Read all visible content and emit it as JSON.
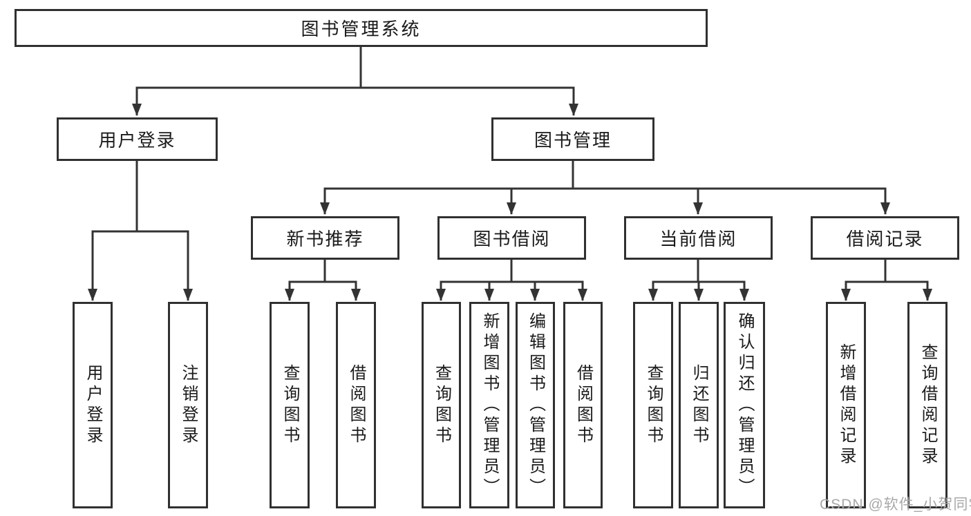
{
  "tree": {
    "label": "图书管理系统",
    "children": [
      {
        "label": "用户登录",
        "children": [
          {
            "label": "用户登录"
          },
          {
            "label": "注销登录"
          }
        ]
      },
      {
        "label": "图书管理",
        "children": [
          {
            "label": "新书推荐",
            "children": [
              {
                "label": "查询图书"
              },
              {
                "label": "借阅图书"
              }
            ]
          },
          {
            "label": "图书借阅",
            "children": [
              {
                "label": "查询图书"
              },
              {
                "label": "新增图书（管理员）"
              },
              {
                "label": "编辑图书（管理员）"
              },
              {
                "label": "借阅图书"
              }
            ]
          },
          {
            "label": "当前借阅",
            "children": [
              {
                "label": "查询图书"
              },
              {
                "label": "归还图书"
              },
              {
                "label": "确认归还（管理员）"
              }
            ]
          },
          {
            "label": "借阅记录",
            "children": [
              {
                "label": "新增借阅记录"
              },
              {
                "label": "查询借阅记录"
              }
            ]
          }
        ]
      }
    ]
  },
  "watermark": {
    "text": "CSDN @软件_小贺同学"
  },
  "colors": {
    "line": "#333333",
    "box_border": "#303030",
    "text": "#1a1a1a",
    "watermark": "#a8a8a8",
    "background": "#ffffff"
  }
}
